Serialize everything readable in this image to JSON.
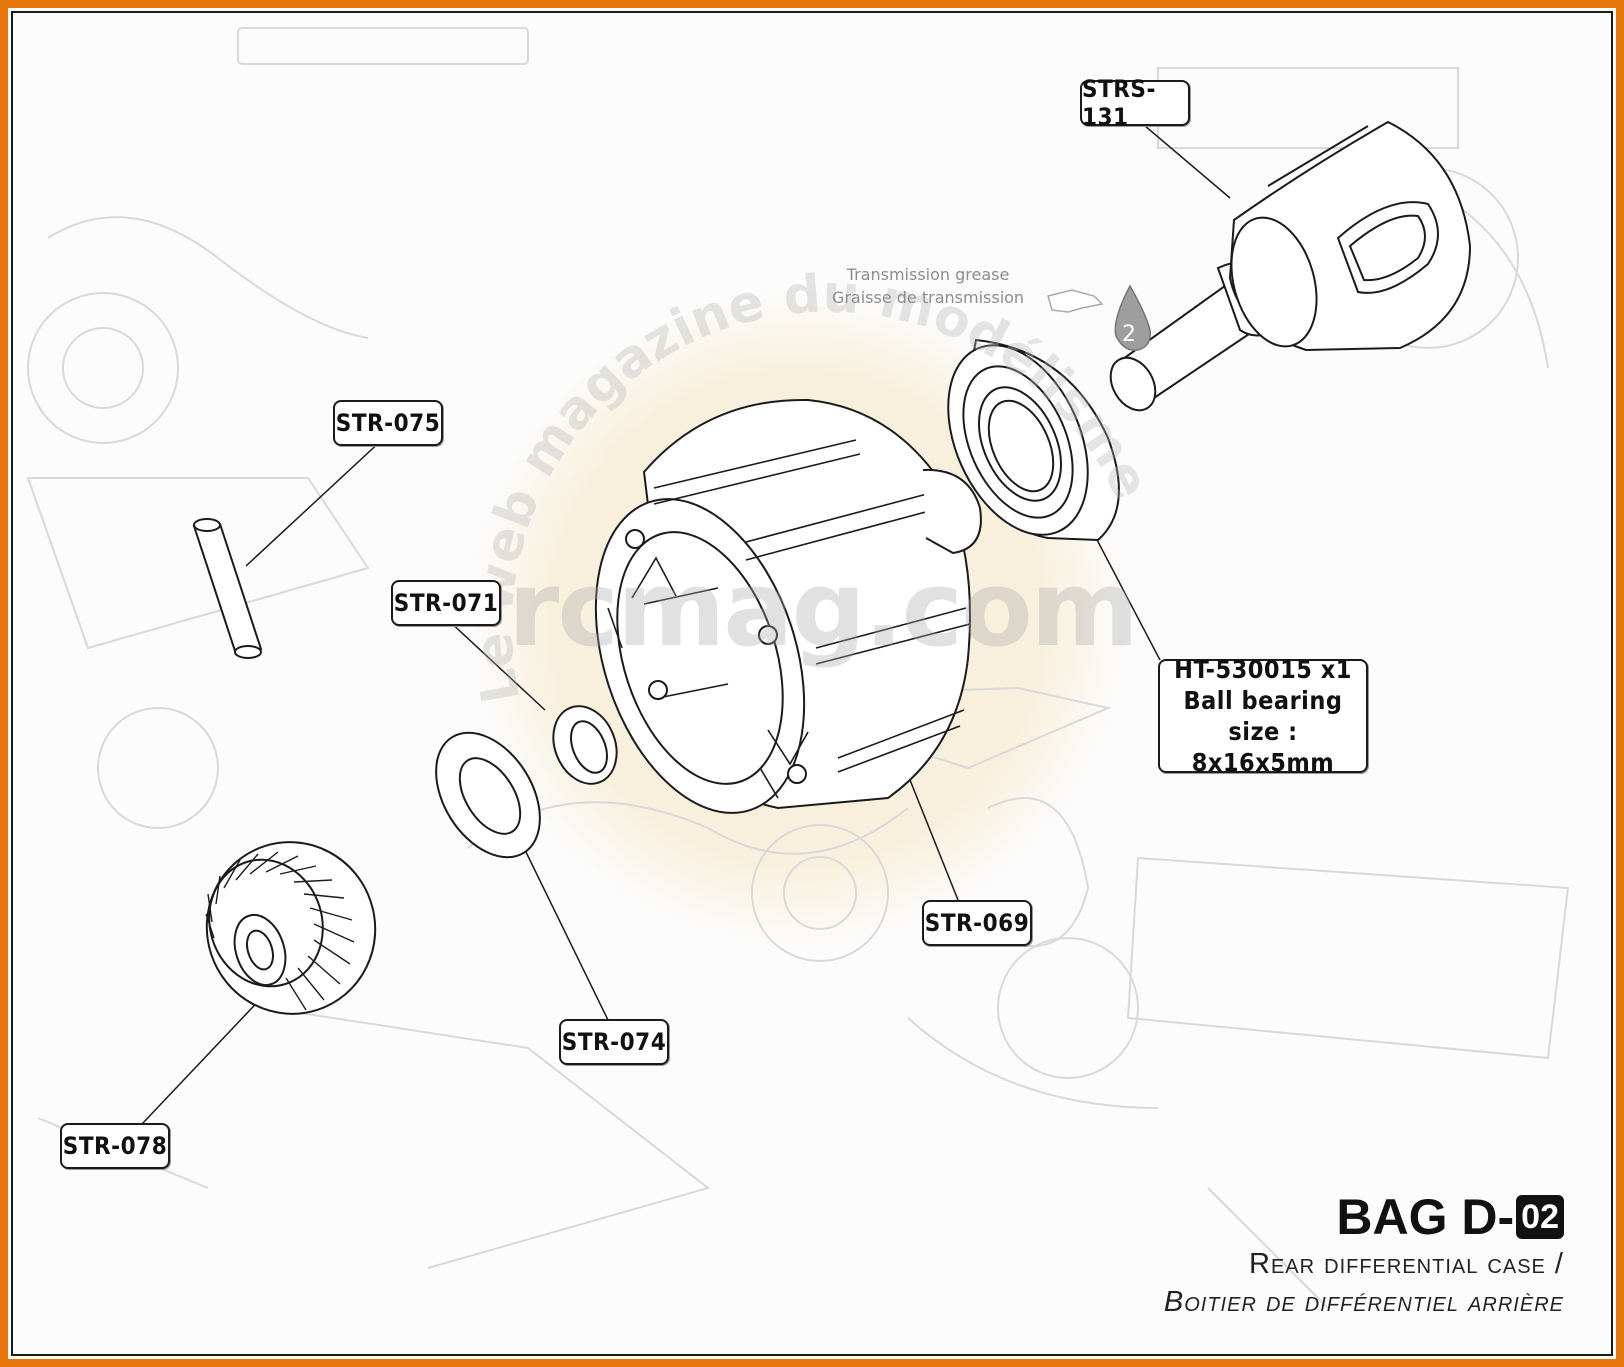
{
  "diagram": {
    "parts": [
      {
        "id": "str-075",
        "label": "STR-075"
      },
      {
        "id": "str-071",
        "label": "STR-071"
      },
      {
        "id": "strs-131",
        "label": "STRS-131"
      },
      {
        "id": "str-069",
        "label": "STR-069"
      },
      {
        "id": "str-074",
        "label": "STR-074"
      },
      {
        "id": "str-078",
        "label": "STR-078"
      }
    ],
    "bearing": {
      "line1": "HT-530015  x1",
      "line2": "Ball bearing size :",
      "line3": "8x16x5mm"
    },
    "grease_note": {
      "en": "Transmission grease",
      "fr": "Graisse de transmission",
      "step": "2"
    },
    "watermark": "rcmag.com",
    "watermark_arc": "Le web magazine du modélisme"
  },
  "footer": {
    "bag_prefix": "BAG D-",
    "bag_number": "02",
    "subtitle_en": "Rear differential case /",
    "subtitle_fr": "Boitier de différentiel arrière"
  },
  "colors": {
    "frame_border": "#e8780c",
    "line": "#1b1b1b",
    "background_ghost": "#d8d8d8",
    "watermark_disc": "#f3e3b8"
  }
}
